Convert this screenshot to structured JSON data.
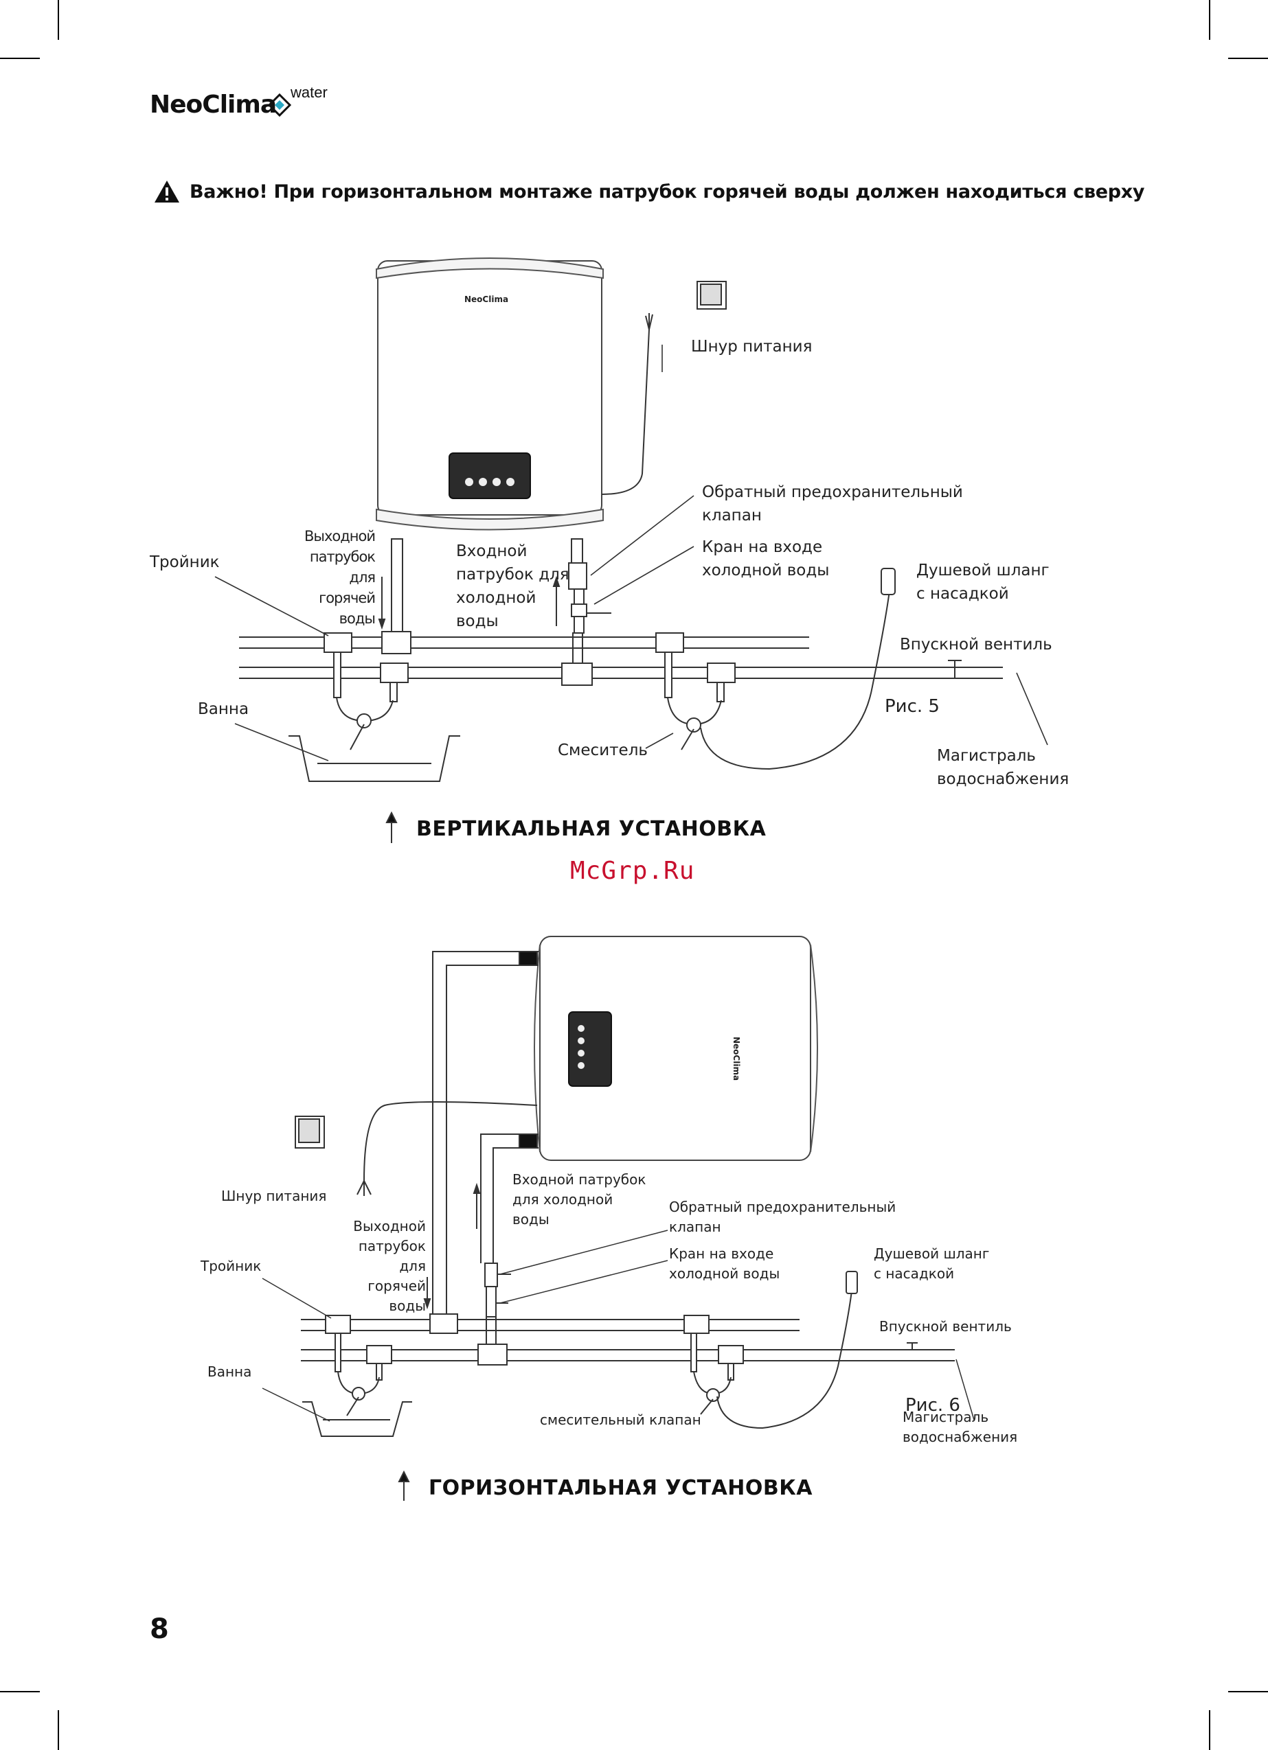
{
  "header": {
    "brand": "NeoClima",
    "brand_sub": "water"
  },
  "warning": {
    "icon": "warning-icon",
    "text": "Важно! При горизонтальном монтаже патрубок горячей воды должен находиться сверху"
  },
  "figure5": {
    "heater_brand": "NeoClima",
    "labels": {
      "power_cord": "Шнур питания",
      "check_valve": "Обратный предохранительный\nклапан",
      "cold_inlet_valve": "Кран на входе\nхолодной воды",
      "hot_outlet": "Выходной\nпатрубок\nдля\nгорячей\nводы",
      "cold_inlet": "Входной\nпатрубок для\nхолодной\nводы",
      "tee": "Тройник",
      "shower_hose": "Душевой шланг\nс насадкой",
      "inlet_valve": "Впускной вентиль",
      "bath": "Ванна",
      "fig": "Рис. 5",
      "mixer": "Смеситель",
      "main_supply": "Магистраль\nводоснабжения"
    },
    "title": "ВЕРТИКАЛЬНАЯ УСТАНОВКА"
  },
  "watermark": "McGrp.Ru",
  "figure6": {
    "heater_brand": "NeoClima",
    "labels": {
      "power_cord": "Шнур питания",
      "cold_inlet": "Входной патрубок\nдля холодной\nводы",
      "check_valve": "Обратный предохранительный\nклапан",
      "cold_inlet_valve": "Кран на входе\nхолодной воды",
      "hot_outlet": "Выходной\nпатрубок\nдля\nгорячей\nводы",
      "tee": "Тройник",
      "shower_hose": "Душевой шланг\nс насадкой",
      "inlet_valve": "Впускной вентиль",
      "bath": "Ванна",
      "fig": "Рис. 6",
      "mixer_valve": "смесительный клапан",
      "main_supply": "Магистраль\nводоснабжения"
    },
    "title": "ГОРИЗОНТАЛЬНАЯ УСТАНОВКА"
  },
  "page_number": "8"
}
